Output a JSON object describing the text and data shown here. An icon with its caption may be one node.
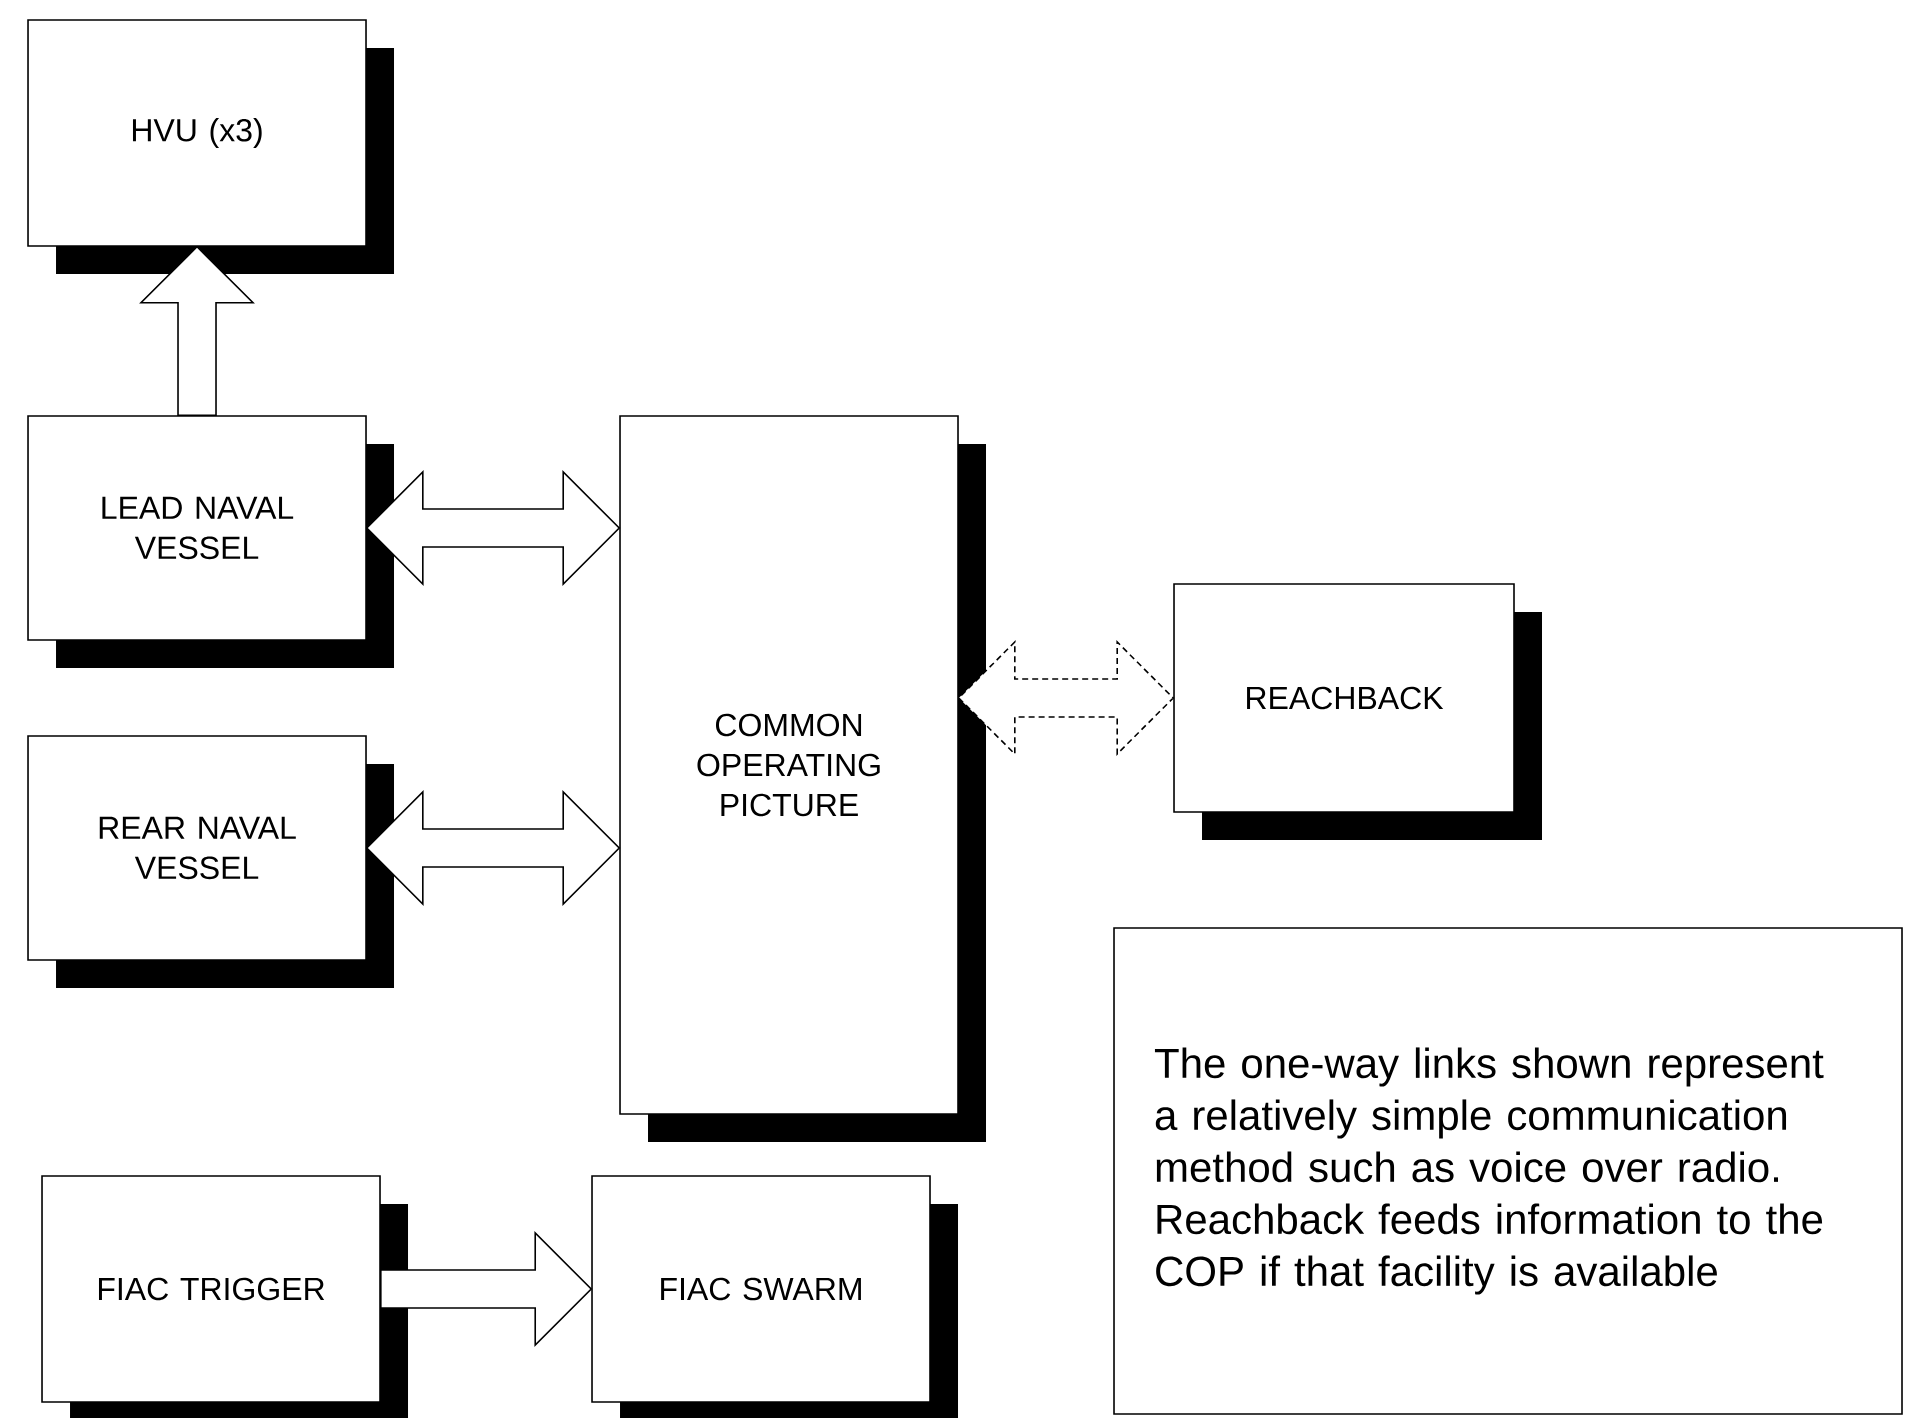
{
  "diagram": {
    "nodes": [
      {
        "text": [
          "HVU (x3)"
        ]
      },
      {
        "text": [
          "LEAD NAVAL VESSEL"
        ]
      },
      {
        "text": [
          "COMMON OPERATING PICTURE"
        ]
      },
      {
        "text": [
          "REACHBACK"
        ]
      },
      {
        "text": [
          "REAR NAVAL VESSEL"
        ]
      },
      {
        "text": [
          "The one-way links shown represent a relatively simple communication method such as voice over radio. Reachback feeds information to the COP if that facility is available"
        ]
      },
      {
        "text": [
          "FIAC TRIGGER"
        ]
      },
      {
        "text": [
          "FIAC SWARM"
        ]
      }
    ],
    "edges": [
      {
        "from": 1,
        "to": 0,
        "arrow": "to"
      },
      {
        "from": 1,
        "to": 2,
        "arrow": "both"
      },
      {
        "from": 2,
        "to": 3,
        "arrow": "both",
        "style": "dashed"
      },
      {
        "from": 4,
        "to": 2,
        "arrow": "both"
      },
      {
        "from": 6,
        "to": 7,
        "arrow": "to"
      }
    ]
  }
}
